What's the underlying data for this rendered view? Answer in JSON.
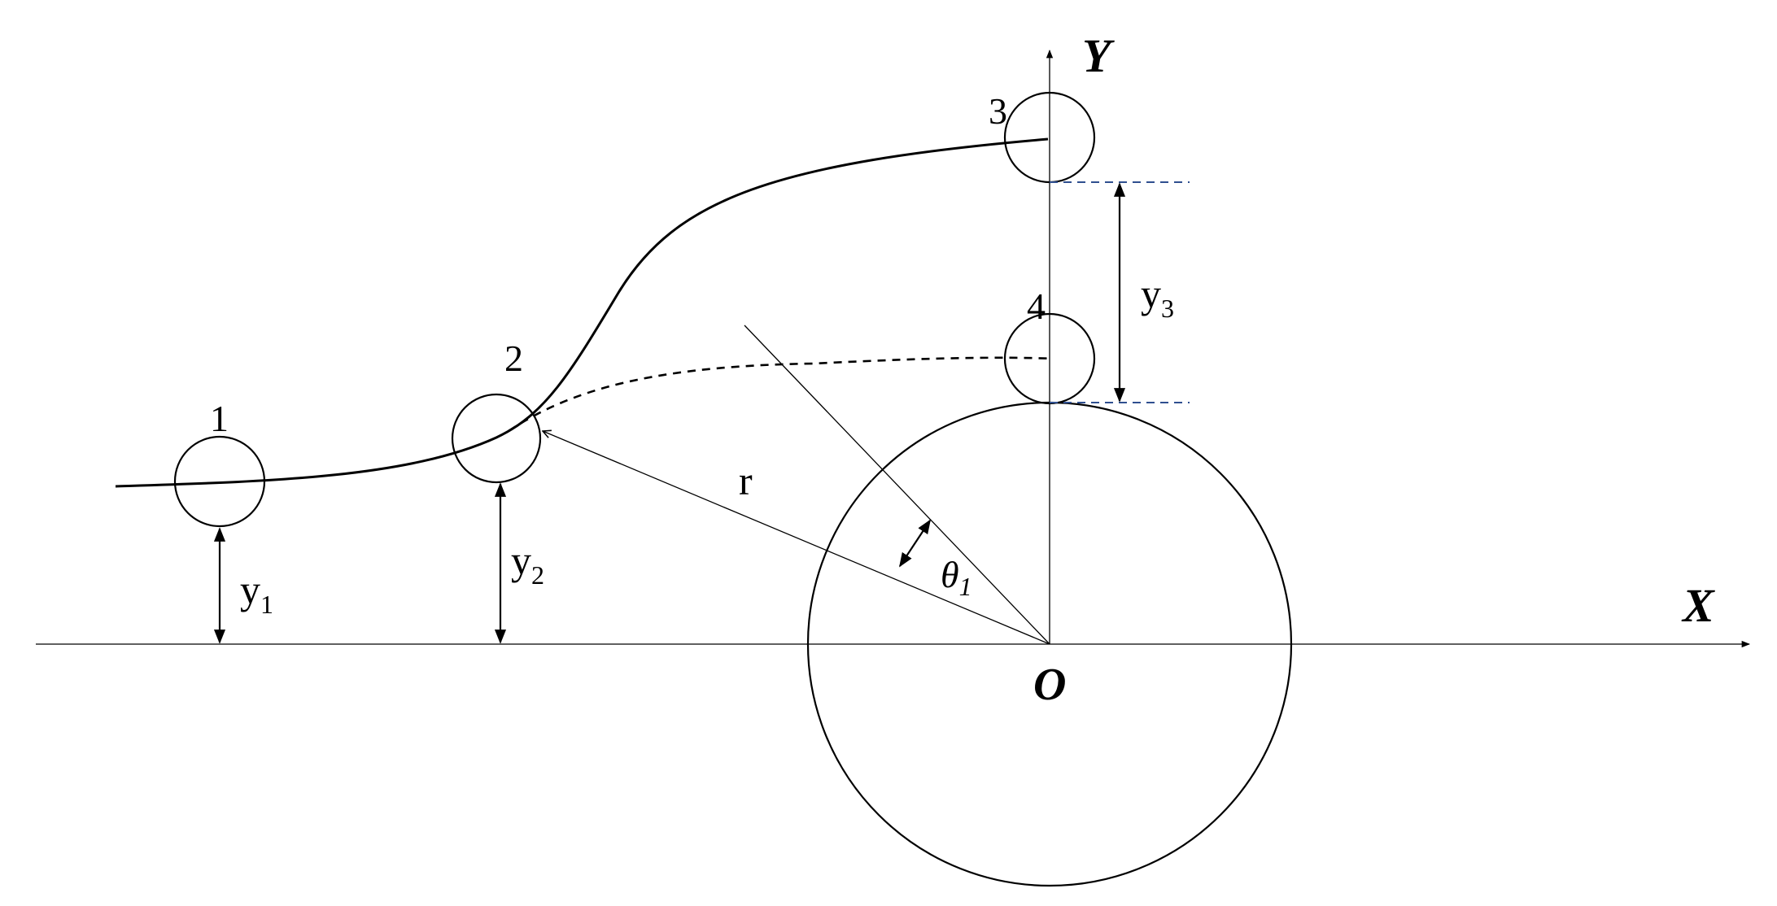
{
  "axes": {
    "x_label": "X",
    "y_label": "Y",
    "origin_label": "O"
  },
  "positions": {
    "p1": "1",
    "p2": "2",
    "p3": "3",
    "p4": "4"
  },
  "heights": {
    "y1_main": "y",
    "y1_sub": "1",
    "y2_main": "y",
    "y2_sub": "2",
    "y3_main": "y",
    "y3_sub": "3"
  },
  "radius_label": "r",
  "angle": {
    "symbol": "θ",
    "subscript": "1"
  }
}
